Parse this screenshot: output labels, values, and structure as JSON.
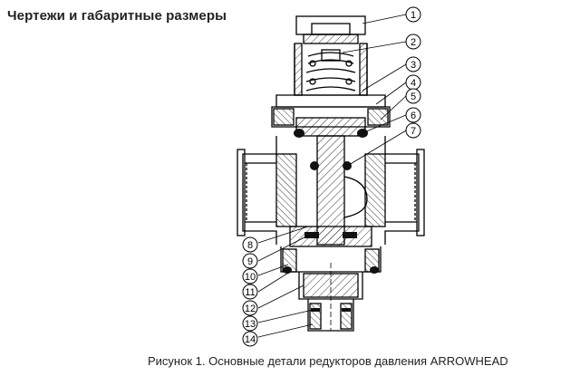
{
  "page": {
    "heading": "Чертежи и габаритные размеры",
    "caption": "Рисунок 1. Основные детали редукторов давления ARROWHEAD"
  },
  "drawing": {
    "callouts": [
      "1",
      "2",
      "3",
      "4",
      "5",
      "6",
      "7",
      "8",
      "9",
      "10",
      "11",
      "12",
      "13",
      "14"
    ],
    "line_color": "#000000",
    "seal_color": "#111111"
  }
}
